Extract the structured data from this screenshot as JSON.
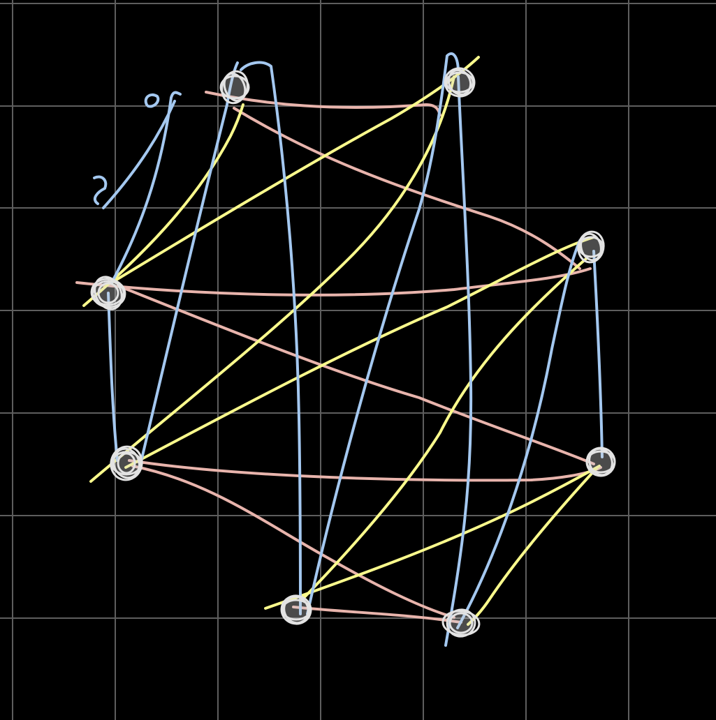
{
  "colors": {
    "background": "#000000",
    "grid": "#5e5e5e",
    "edge_blue": "#a4c8f0",
    "edge_yellow": "#fafa8c",
    "edge_pink": "#e8b4ac",
    "node": "#e3e3e3"
  },
  "diagram": {
    "kind": "hand-drawn graph",
    "node_count": 8,
    "edge_color_classes": [
      "blue",
      "yellow",
      "pink"
    ],
    "annotation_icon": "hand-drawn-arrow-annotation-icon"
  }
}
